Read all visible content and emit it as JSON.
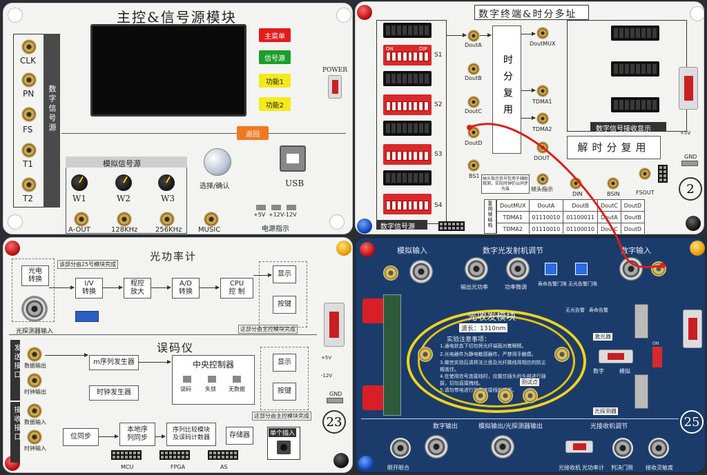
{
  "main_board": {
    "title": "主控&信号源模块",
    "left_jacks": [
      "CLK",
      "PN",
      "FS",
      "T1",
      "T2"
    ],
    "left_vertical": "数字信号源",
    "buttons": {
      "main_menu": "主菜单",
      "signal_source": "信号源",
      "func1": "功能1",
      "func2": "功能2",
      "back": "返回"
    },
    "power": "POWER",
    "analog_panel": "模拟信号源",
    "knobs": [
      "W1",
      "W2",
      "W3"
    ],
    "bottom_jacks": [
      "A-OUT",
      "128KHz",
      "256KHz",
      "MUSIC"
    ],
    "select_confirm": "选择/确认",
    "usb": "USB",
    "voltages": [
      "+5V",
      "+12V",
      "-12V"
    ],
    "power_indicator": "电源指示"
  },
  "digital_board": {
    "title": "数字终端&时分多址",
    "dip_labels": [
      "S1",
      "S2",
      "S3",
      "S4"
    ],
    "dip_on": "ON",
    "dip_dip": "DIP",
    "tp_labels": [
      "DoutA",
      "DoutB",
      "DoutC",
      "DoutD"
    ],
    "tdm_vertical": "时分复用",
    "doutmux": "DoutMUX",
    "tdma": [
      "TDMA1",
      "TDMA2",
      "DOUT"
    ],
    "left_caption": "数字信号源",
    "receive_caption": "数字信号接收显示",
    "demux": "解时分复用",
    "bottom_labels": [
      "BS1",
      "帧头指示",
      "DIN",
      "BSIN",
      "FSOUT"
    ],
    "note": "帧头指示信号仅用于辅助观测，实际时钟仍以同步为准",
    "gnd": "GND",
    "plus5": "+5V",
    "number": "2",
    "table_side": "复用帧结构",
    "table": [
      [
        "DoutMUX",
        "DoutA",
        "DoutB",
        "DoutC",
        "DoutD"
      ],
      [
        "TDMA1",
        "01110010",
        "01100011",
        "DoutA",
        "DoutB"
      ],
      [
        "TDMA2",
        "01110010",
        "01100010",
        "DoutC",
        "DoutD"
      ]
    ]
  },
  "power_board": {
    "title": "光功率计",
    "top_note": "该部分由25号模块完成",
    "opto": "光电\n转换",
    "iv": "I/V\n转换",
    "pga": "程控\n放大",
    "ad": "A/D\n转换",
    "cpu": "CPU\n控 制",
    "display": "显示",
    "key": "按键",
    "probe": "光探测器输入",
    "right_note": "这部分由主控模块完成",
    "ber_title": "误码仪",
    "send_port": "发送接口",
    "recv_port": "接收接口",
    "jacks": [
      "数据输出",
      "时钟输出",
      "数据输入",
      "时钟输入"
    ],
    "m_seq": "m序列发生器",
    "clock_gen": "时钟发生器",
    "controller": "中央控制器",
    "leds": [
      "误码",
      "失锁",
      "无数据"
    ],
    "bit_sync": "位同步",
    "local_seq": "本地序\n列同步",
    "compare": "序列比较模块\n及误码计数器",
    "memory": "存储器",
    "single": "单个插入",
    "headers": [
      "MCU",
      "FPGA",
      "AS"
    ],
    "gnd": "GND",
    "v_plus": "+5V",
    "v_minus": "-12V",
    "number": "23"
  },
  "optical_board": {
    "analog_in": "模拟输入",
    "tx_adjust": "数字光发射机调节",
    "digital_in": "数字输入",
    "output_power": "输出光功率",
    "power_fine": "功率微调",
    "life_alarm": "寿命告警门限",
    "no_light_alarm": "无光告警门限",
    "alarm_leds": [
      "无光告警",
      "寿命告警"
    ],
    "module_title": "光收发模块",
    "wavelength": "波长：1310nm",
    "notes_title": "实验注意事项：",
    "notes": [
      "1.通电状态下切勿将光纤端面对着眼睛。",
      "2.光电器件为静电敏感器件，严禁用手触摸。",
      "3.做完实验后请将法兰盘及光纤跳线用相应的防尘帽盖住。",
      "4.在使用信号连接线时，应握住插头的头部进行插拔，切勿直接拽线。",
      "5.请勿带电进行信号连接线的插拔。"
    ],
    "laser": "激光器",
    "detector": "光探测器",
    "digital": "数字",
    "analog": "模拟",
    "test_point": "测试点",
    "bottom": [
      "眼开眼合",
      "数字输出",
      "模拟输出/光探测器输出",
      "光接收机调节"
    ],
    "bottom_btns": [
      "光接收机",
      "光功率计",
      "判决门限",
      "接收灵敏度"
    ],
    "tdm_mode": "ON",
    "number": "25"
  }
}
